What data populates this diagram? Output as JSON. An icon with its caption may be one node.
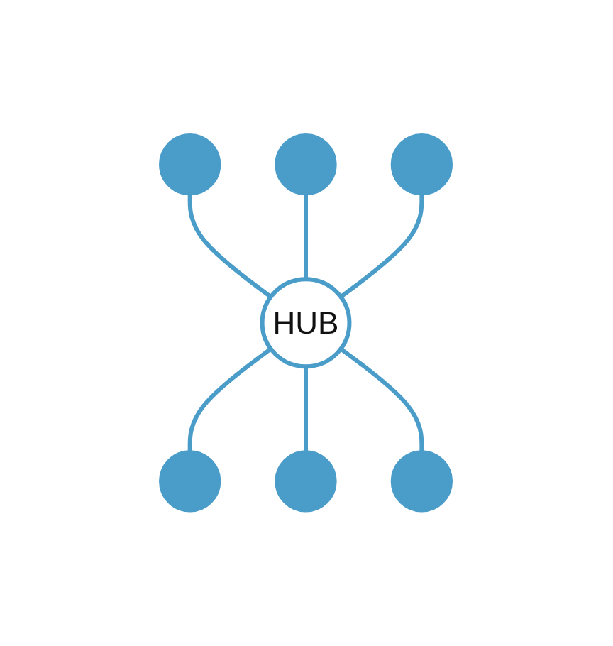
{
  "diagram": {
    "nodes": [
      {
        "text": [],
        "shape": "circle"
      },
      {
        "text": [],
        "shape": "circle"
      },
      {
        "text": [],
        "shape": "circle"
      },
      {
        "text": [
          "HUB"
        ]
      },
      {
        "text": [],
        "shape": "circle"
      },
      {
        "text": [],
        "shape": "circle"
      },
      {
        "text": [],
        "shape": "circle"
      }
    ],
    "edges": [
      {
        "from": 0,
        "to": 3,
        "arrow": "none"
      },
      {
        "from": 1,
        "to": 3,
        "arrow": "none"
      },
      {
        "from": 2,
        "to": 3,
        "arrow": "none"
      },
      {
        "from": 3,
        "to": 4,
        "arrow": "none"
      },
      {
        "from": 3,
        "to": 5,
        "arrow": "none"
      },
      {
        "from": 3,
        "to": 6,
        "arrow": "none"
      }
    ]
  }
}
